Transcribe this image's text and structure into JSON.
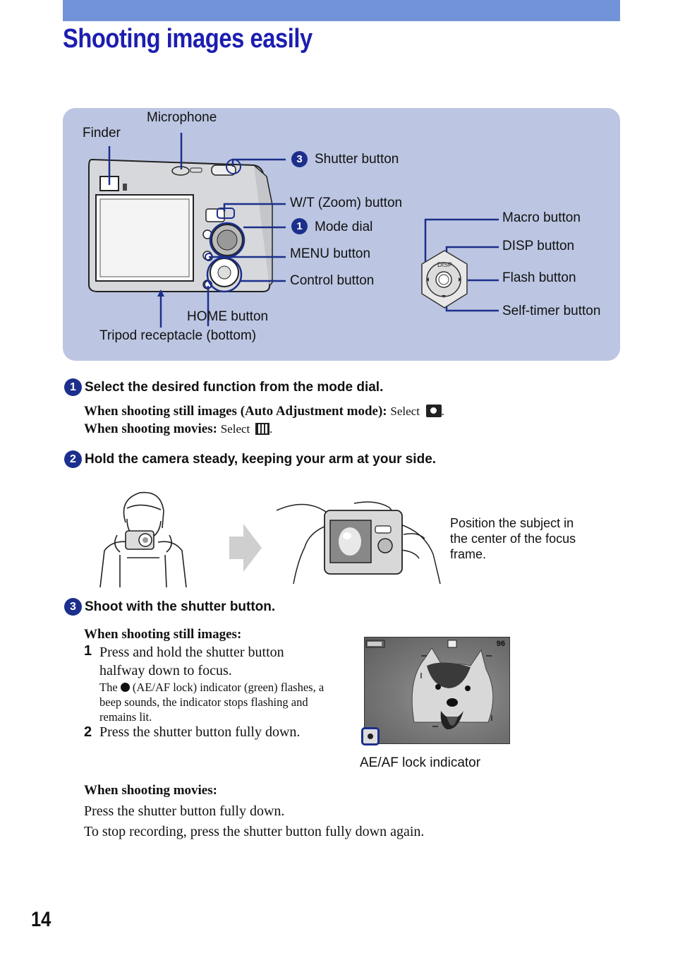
{
  "header": {
    "title": "Shooting images easily"
  },
  "diagram": {
    "labels": {
      "finder": "Finder",
      "microphone": "Microphone",
      "shutter": "Shutter button",
      "zoom": "W/T (Zoom) button",
      "mode_dial": "Mode dial",
      "menu": "MENU button",
      "control": "Control button",
      "home": "HOME button",
      "tripod": "Tripod receptacle (bottom)",
      "macro": "Macro button",
      "disp": "DISP button",
      "flash": "Flash button",
      "self_timer": "Self-timer button",
      "disp_print": "DISP"
    },
    "badges": {
      "shutter": "3",
      "mode_dial": "1"
    }
  },
  "steps": [
    {
      "number": "1",
      "title": "Select the desired function from the mode dial."
    },
    {
      "number": "2",
      "title": "Hold the camera steady, keeping your arm at your side."
    },
    {
      "number": "3",
      "title": "Shoot with the shutter button."
    }
  ],
  "step1": {
    "still_label": "When shooting still images (Auto Adjustment mode):",
    "still_text": "Select",
    "movie_label": "When shooting movies:",
    "movie_text": "Select"
  },
  "step2": {
    "caption": "Position the subject in the center of the focus frame."
  },
  "step3": {
    "still_heading": "When shooting still images:",
    "sub1_num": "1",
    "sub1_text": "Press and hold the shutter button halfway down to focus.",
    "note_the": "The",
    "note_text": "(AE/AF lock) indicator (green) flashes, a beep sounds, the indicator stops flashing and remains lit.",
    "sub2_num": "2",
    "sub2_text": "Press the shutter button fully down.",
    "screen_count": "96",
    "ae_af_label": "AE/AF lock indicator",
    "movie_heading": "When shooting movies:",
    "movie_line1": "Press the shutter button fully down.",
    "movie_line2": "To stop recording, press the shutter button fully down again."
  },
  "footer": {
    "page_number": "14"
  },
  "colors": {
    "header_bar": "#7393d8",
    "title": "#1c1eb0",
    "panel": "#bcc6e2",
    "badge": "#1c2f8c",
    "leader": "#1c2f8c"
  }
}
